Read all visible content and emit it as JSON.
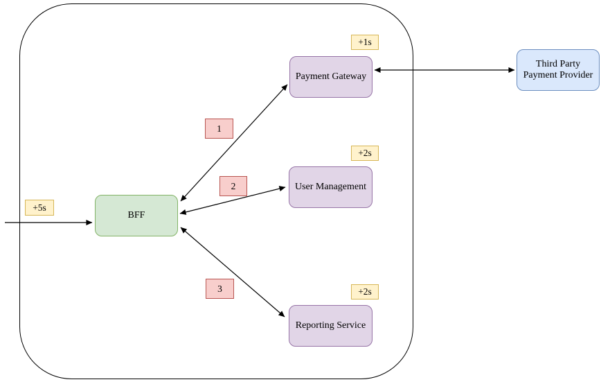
{
  "diagram": {
    "type": "architecture-diagram",
    "background_color": "#ffffff",
    "boundary": {
      "description": "system boundary rounded rectangle",
      "stroke": "#000000"
    },
    "nodes": {
      "bff": {
        "label": "BFF",
        "fill": "#d5e8d4",
        "stroke": "#82b366"
      },
      "payment_gateway": {
        "label": "Payment Gateway",
        "fill": "#e1d5e7",
        "stroke": "#9673a6"
      },
      "user_management": {
        "label": "User Management",
        "fill": "#e1d5e7",
        "stroke": "#9673a6"
      },
      "reporting_service": {
        "label": "Reporting Service",
        "fill": "#e1d5e7",
        "stroke": "#9673a6"
      },
      "third_party": {
        "label": "Third Party Payment Provider",
        "fill": "#dae8fc",
        "stroke": "#6c8ebf"
      }
    },
    "timing_badges": {
      "inbound": {
        "label": "+5s",
        "fill": "#fff2cc",
        "stroke": "#d6b656"
      },
      "payment_gateway": {
        "label": "+1s",
        "fill": "#fff2cc",
        "stroke": "#d6b656"
      },
      "user_management": {
        "label": "+2s",
        "fill": "#fff2cc",
        "stroke": "#d6b656"
      },
      "reporting_service": {
        "label": "+2s",
        "fill": "#fff2cc",
        "stroke": "#d6b656"
      }
    },
    "sequence_badges": {
      "to_payment_gateway": {
        "label": "1",
        "fill": "#f8cecc",
        "stroke": "#b85450"
      },
      "to_user_management": {
        "label": "2",
        "fill": "#f8cecc",
        "stroke": "#b85450"
      },
      "to_reporting_service": {
        "label": "3",
        "fill": "#f8cecc",
        "stroke": "#b85450"
      }
    },
    "edges": [
      {
        "from": "external-left",
        "to": "bff",
        "arrows": "one-way"
      },
      {
        "from": "bff",
        "to": "payment_gateway",
        "arrows": "two-way",
        "sequence": "1"
      },
      {
        "from": "bff",
        "to": "user_management",
        "arrows": "two-way",
        "sequence": "2"
      },
      {
        "from": "bff",
        "to": "reporting_service",
        "arrows": "two-way",
        "sequence": "3"
      },
      {
        "from": "payment_gateway",
        "to": "third_party",
        "arrows": "two-way"
      }
    ]
  }
}
